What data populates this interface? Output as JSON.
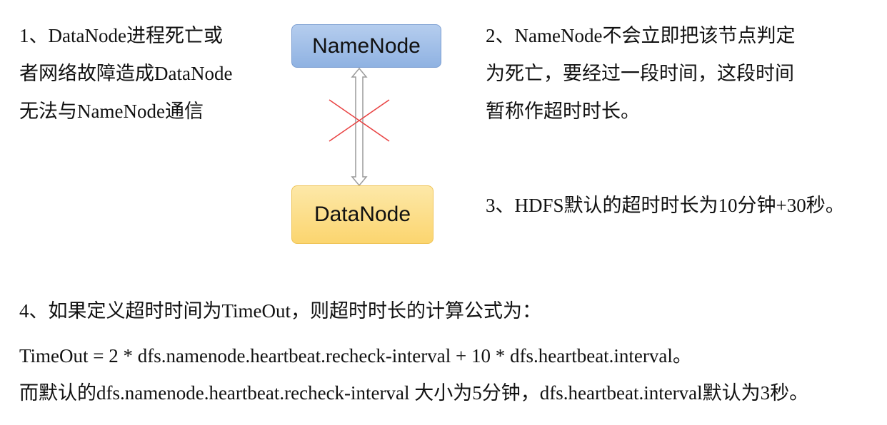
{
  "left_note": [
    "1、DataNode进程死亡或",
    "者网络故障造成DataNode",
    "无法与NameNode通信"
  ],
  "right_note": [
    "2、NameNode不会立即把该节点判定",
    "为死亡，要经过一段时间，这段时间",
    "暂称作超时时长。"
  ],
  "default_note": "3、HDFS默认的超时时长为10分钟+30秒。",
  "formula_intro": "4、如果定义超时时间为TimeOut，则超时时长的计算公式为：",
  "formula_lines": [
    "TimeOut  = 2 * dfs.namenode.heartbeat.recheck-interval + 10 * dfs.heartbeat.interval。",
    "而默认的dfs.namenode.heartbeat.recheck-interval 大小为5分钟，dfs.heartbeat.interval默认为3秒。"
  ],
  "namenode_label": "NameNode",
  "datanode_label": "DataNode",
  "colors": {
    "namenode_fill": "#a3c1e9",
    "datanode_fill": "#fcdf8a",
    "cross": "#e84040",
    "arrow": "#9a9a9a"
  },
  "icons": {
    "link_arrow": "double-arrow-icon",
    "broken": "cross-icon"
  }
}
